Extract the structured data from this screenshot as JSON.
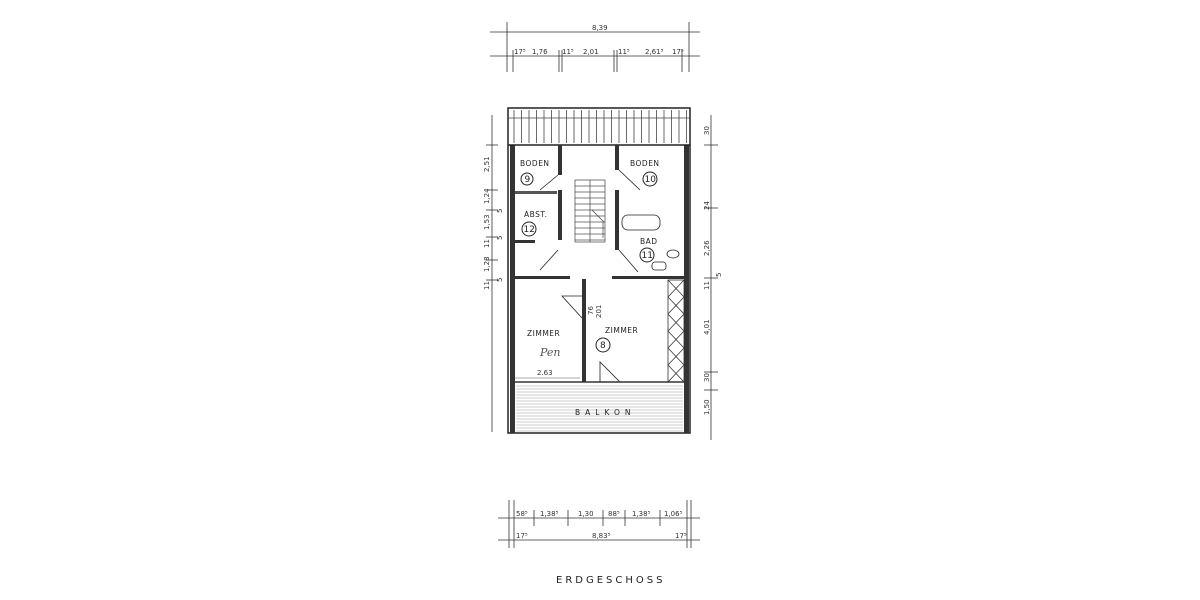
{
  "title": "ERDGESCHOSS",
  "top_dims": {
    "total": "8,39",
    "segments": [
      "17⁵",
      "1,76",
      "11⁵",
      "2,01",
      "11⁵",
      "2,61⁵",
      "17⁵"
    ]
  },
  "bottom_dims": {
    "segments": [
      "58⁵",
      "1,38⁵",
      "1,30",
      "88⁵",
      "1,38⁵",
      "1,06⁵"
    ],
    "total": "8,83⁵",
    "left": "17⁵",
    "right": "17⁵"
  },
  "left_dims": [
    "2,51",
    "1,24",
    "5",
    "1,53",
    "5",
    "11",
    "1,28",
    "5",
    "11"
  ],
  "right_dims": [
    "30",
    "24",
    "2,26",
    "5",
    "11",
    "4,01",
    "30",
    "1,50"
  ],
  "rooms": [
    {
      "label": "BODEN",
      "number": "9"
    },
    {
      "label": "BODEN",
      "number": "10"
    },
    {
      "label": "ABST.",
      "number": "12"
    },
    {
      "label": "BAD",
      "number": "11"
    },
    {
      "label": "ZIMMER",
      "number": "",
      "annotation": "2.63",
      "handwriting": "Pen"
    },
    {
      "label": "ZIMMER",
      "number": "8"
    },
    {
      "label": "BALKON"
    }
  ],
  "door_dims": {
    "top": "76",
    "bottom": "201"
  }
}
